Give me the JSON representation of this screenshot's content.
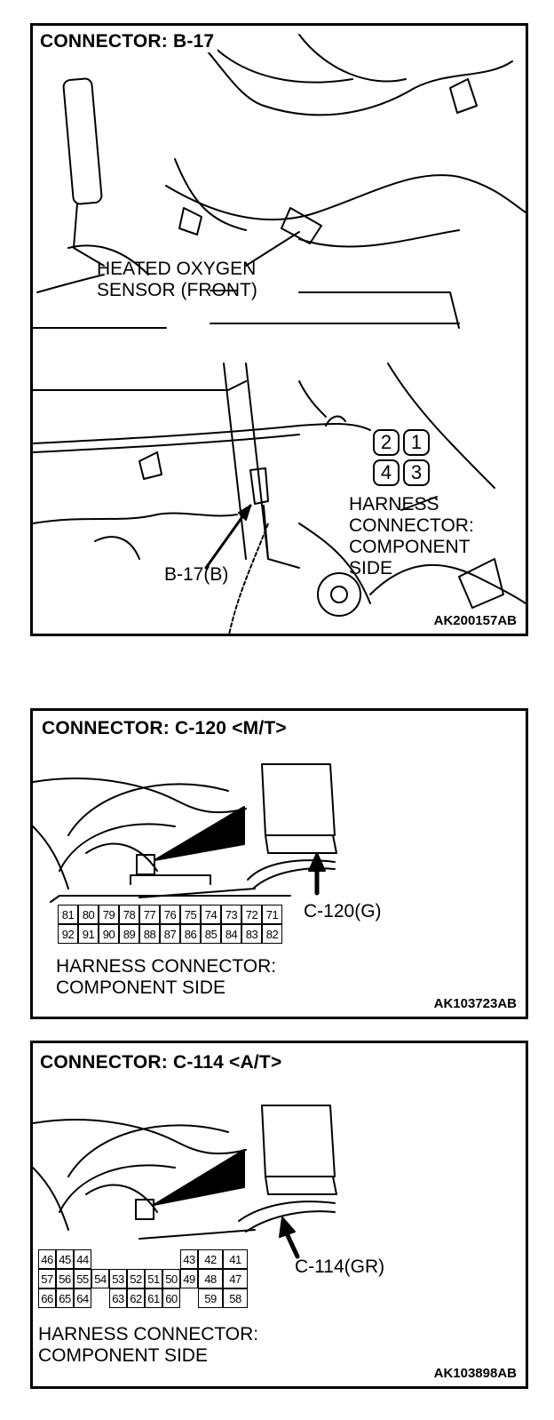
{
  "panel1": {
    "title": "CONNECTOR: B-17",
    "sensor_label": [
      "HEATED OXYGEN",
      "SENSOR (FRONT)"
    ],
    "connector_id": "B-17(B)",
    "pins": [
      "2",
      "1",
      "4",
      "3"
    ],
    "harness_label": [
      "HARNESS",
      "CONNECTOR:",
      "COMPONENT",
      "SIDE"
    ],
    "ref_code": "AK200157AB"
  },
  "panel2": {
    "title": "CONNECTOR: C-120 <M/T>",
    "connector_id": "C-120(G)",
    "row1": [
      "81",
      "80",
      "79",
      "78",
      "77",
      "76",
      "75",
      "74",
      "73",
      "72",
      "71"
    ],
    "row2": [
      "92",
      "91",
      "90",
      "89",
      "88",
      "87",
      "86",
      "85",
      "84",
      "83",
      "82"
    ],
    "harness_label": [
      "HARNESS CONNECTOR:",
      "COMPONENT SIDE"
    ],
    "ref_code": "AK103723AB"
  },
  "panel3": {
    "title": "CONNECTOR: C-114 <A/T>",
    "connector_id": "C-114(GR)",
    "row1": [
      "46",
      "45",
      "44",
      "",
      "",
      "",
      "",
      "",
      "43",
      "42",
      "41"
    ],
    "row2": [
      "57",
      "56",
      "55",
      "54",
      "53",
      "52",
      "51",
      "50",
      "49",
      "48",
      "47"
    ],
    "row3": [
      "66",
      "65",
      "64",
      "",
      "63",
      "62",
      "61",
      "60",
      "",
      "59",
      "58"
    ],
    "harness_label": [
      "HARNESS CONNECTOR:",
      "COMPONENT SIDE"
    ],
    "ref_code": "AK103898AB"
  }
}
